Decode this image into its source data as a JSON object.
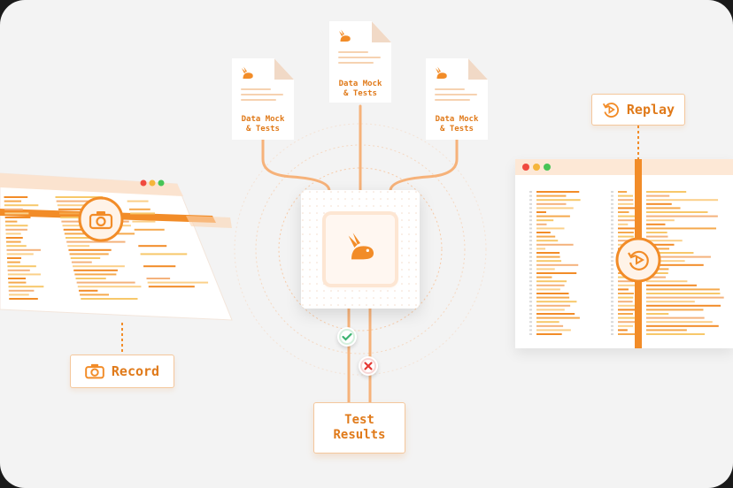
{
  "colors": {
    "accent": "#f28c28",
    "accent_light": "#fbd5b3",
    "pass": "#3cb371",
    "fail": "#e53935"
  },
  "documents": [
    {
      "line1": "Data Mock",
      "line2": "& Tests",
      "icon": "rabbit-logo-icon"
    },
    {
      "line1": "Data Mock",
      "line2": "& Tests",
      "icon": "rabbit-logo-icon"
    },
    {
      "line1": "Data Mock",
      "line2": "& Tests",
      "icon": "rabbit-logo-icon"
    }
  ],
  "record": {
    "label": "Record",
    "icon": "camera-icon"
  },
  "replay": {
    "label": "Replay",
    "icon": "replay-icon"
  },
  "results": {
    "line1": "Test",
    "line2": "Results",
    "pass_icon": "check-icon",
    "fail_icon": "cross-icon"
  },
  "hub": {
    "icon": "rabbit-logo-icon"
  },
  "window_controls": {
    "close": "#f04a3f",
    "minimize": "#f5b53b",
    "maximize": "#47c456"
  }
}
